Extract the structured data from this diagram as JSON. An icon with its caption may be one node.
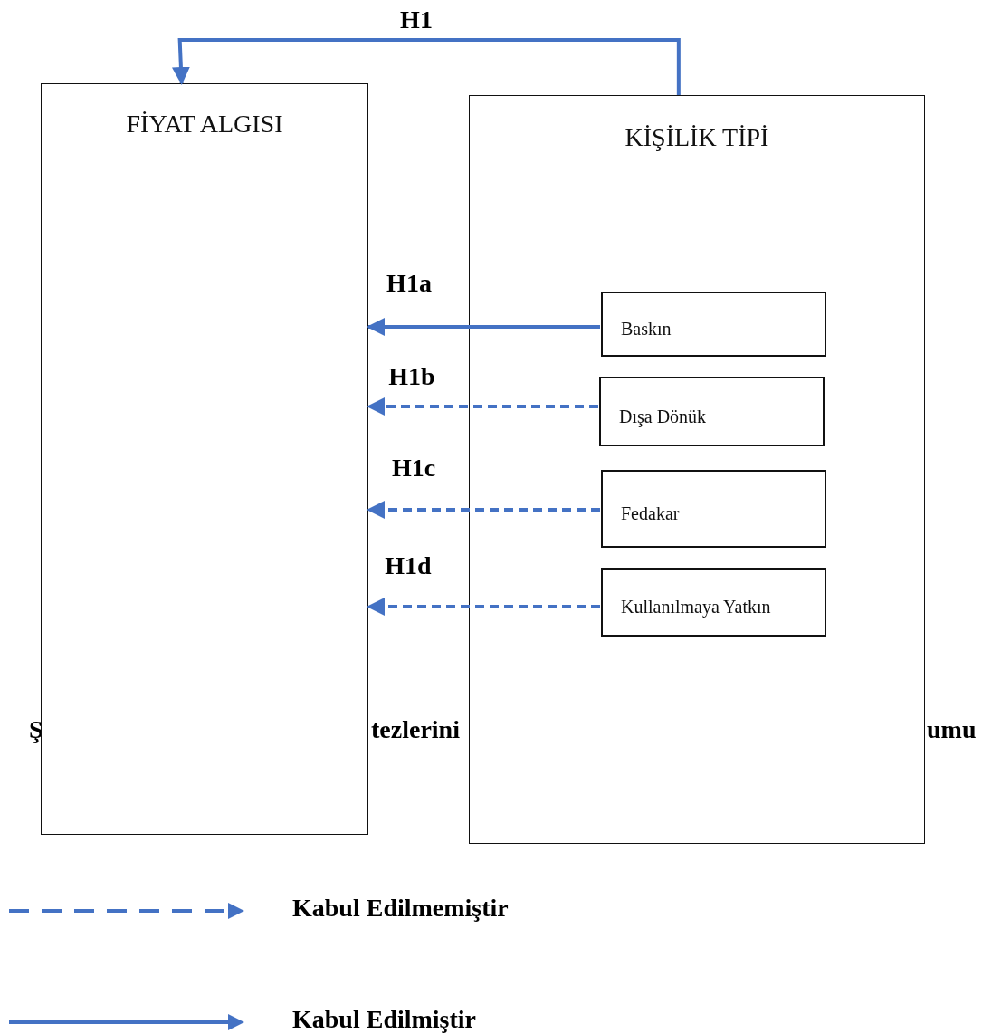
{
  "diagram": {
    "nodes": [
      {
        "text": [
          "FİYAT ALGISI"
        ]
      },
      {
        "text": [
          "KİŞİLİK TİPİ"
        ]
      },
      {
        "text": [
          "Baskın"
        ],
        "in": 1
      },
      {
        "text": [
          "Dışa Dönük"
        ],
        "in": 1
      },
      {
        "text": [
          "Fedakar"
        ],
        "in": 1
      },
      {
        "text": [
          "Kullanılmaya Yatkın"
        ],
        "in": 1
      }
    ],
    "edges": [
      {
        "from": 1,
        "to": 0,
        "arrow": "to",
        "label": "H1"
      },
      {
        "from": 2,
        "to": 0,
        "arrow": "to",
        "label": "H1a"
      },
      {
        "from": 3,
        "to": 0,
        "arrow": "to",
        "label": "H1b",
        "style": "dashed"
      },
      {
        "from": 4,
        "to": 0,
        "arrow": "to",
        "label": "H1c",
        "style": "dashed"
      },
      {
        "from": 5,
        "to": 0,
        "arrow": "to",
        "label": "H1d",
        "style": "dashed"
      }
    ],
    "labels": [
      "Ş",
      "tezlerini",
      "umu"
    ],
    "legend": [
      {
        "text": "Kabul Edilmemiştir"
      },
      {
        "text": "Kabul Edilmiştir"
      }
    ]
  }
}
